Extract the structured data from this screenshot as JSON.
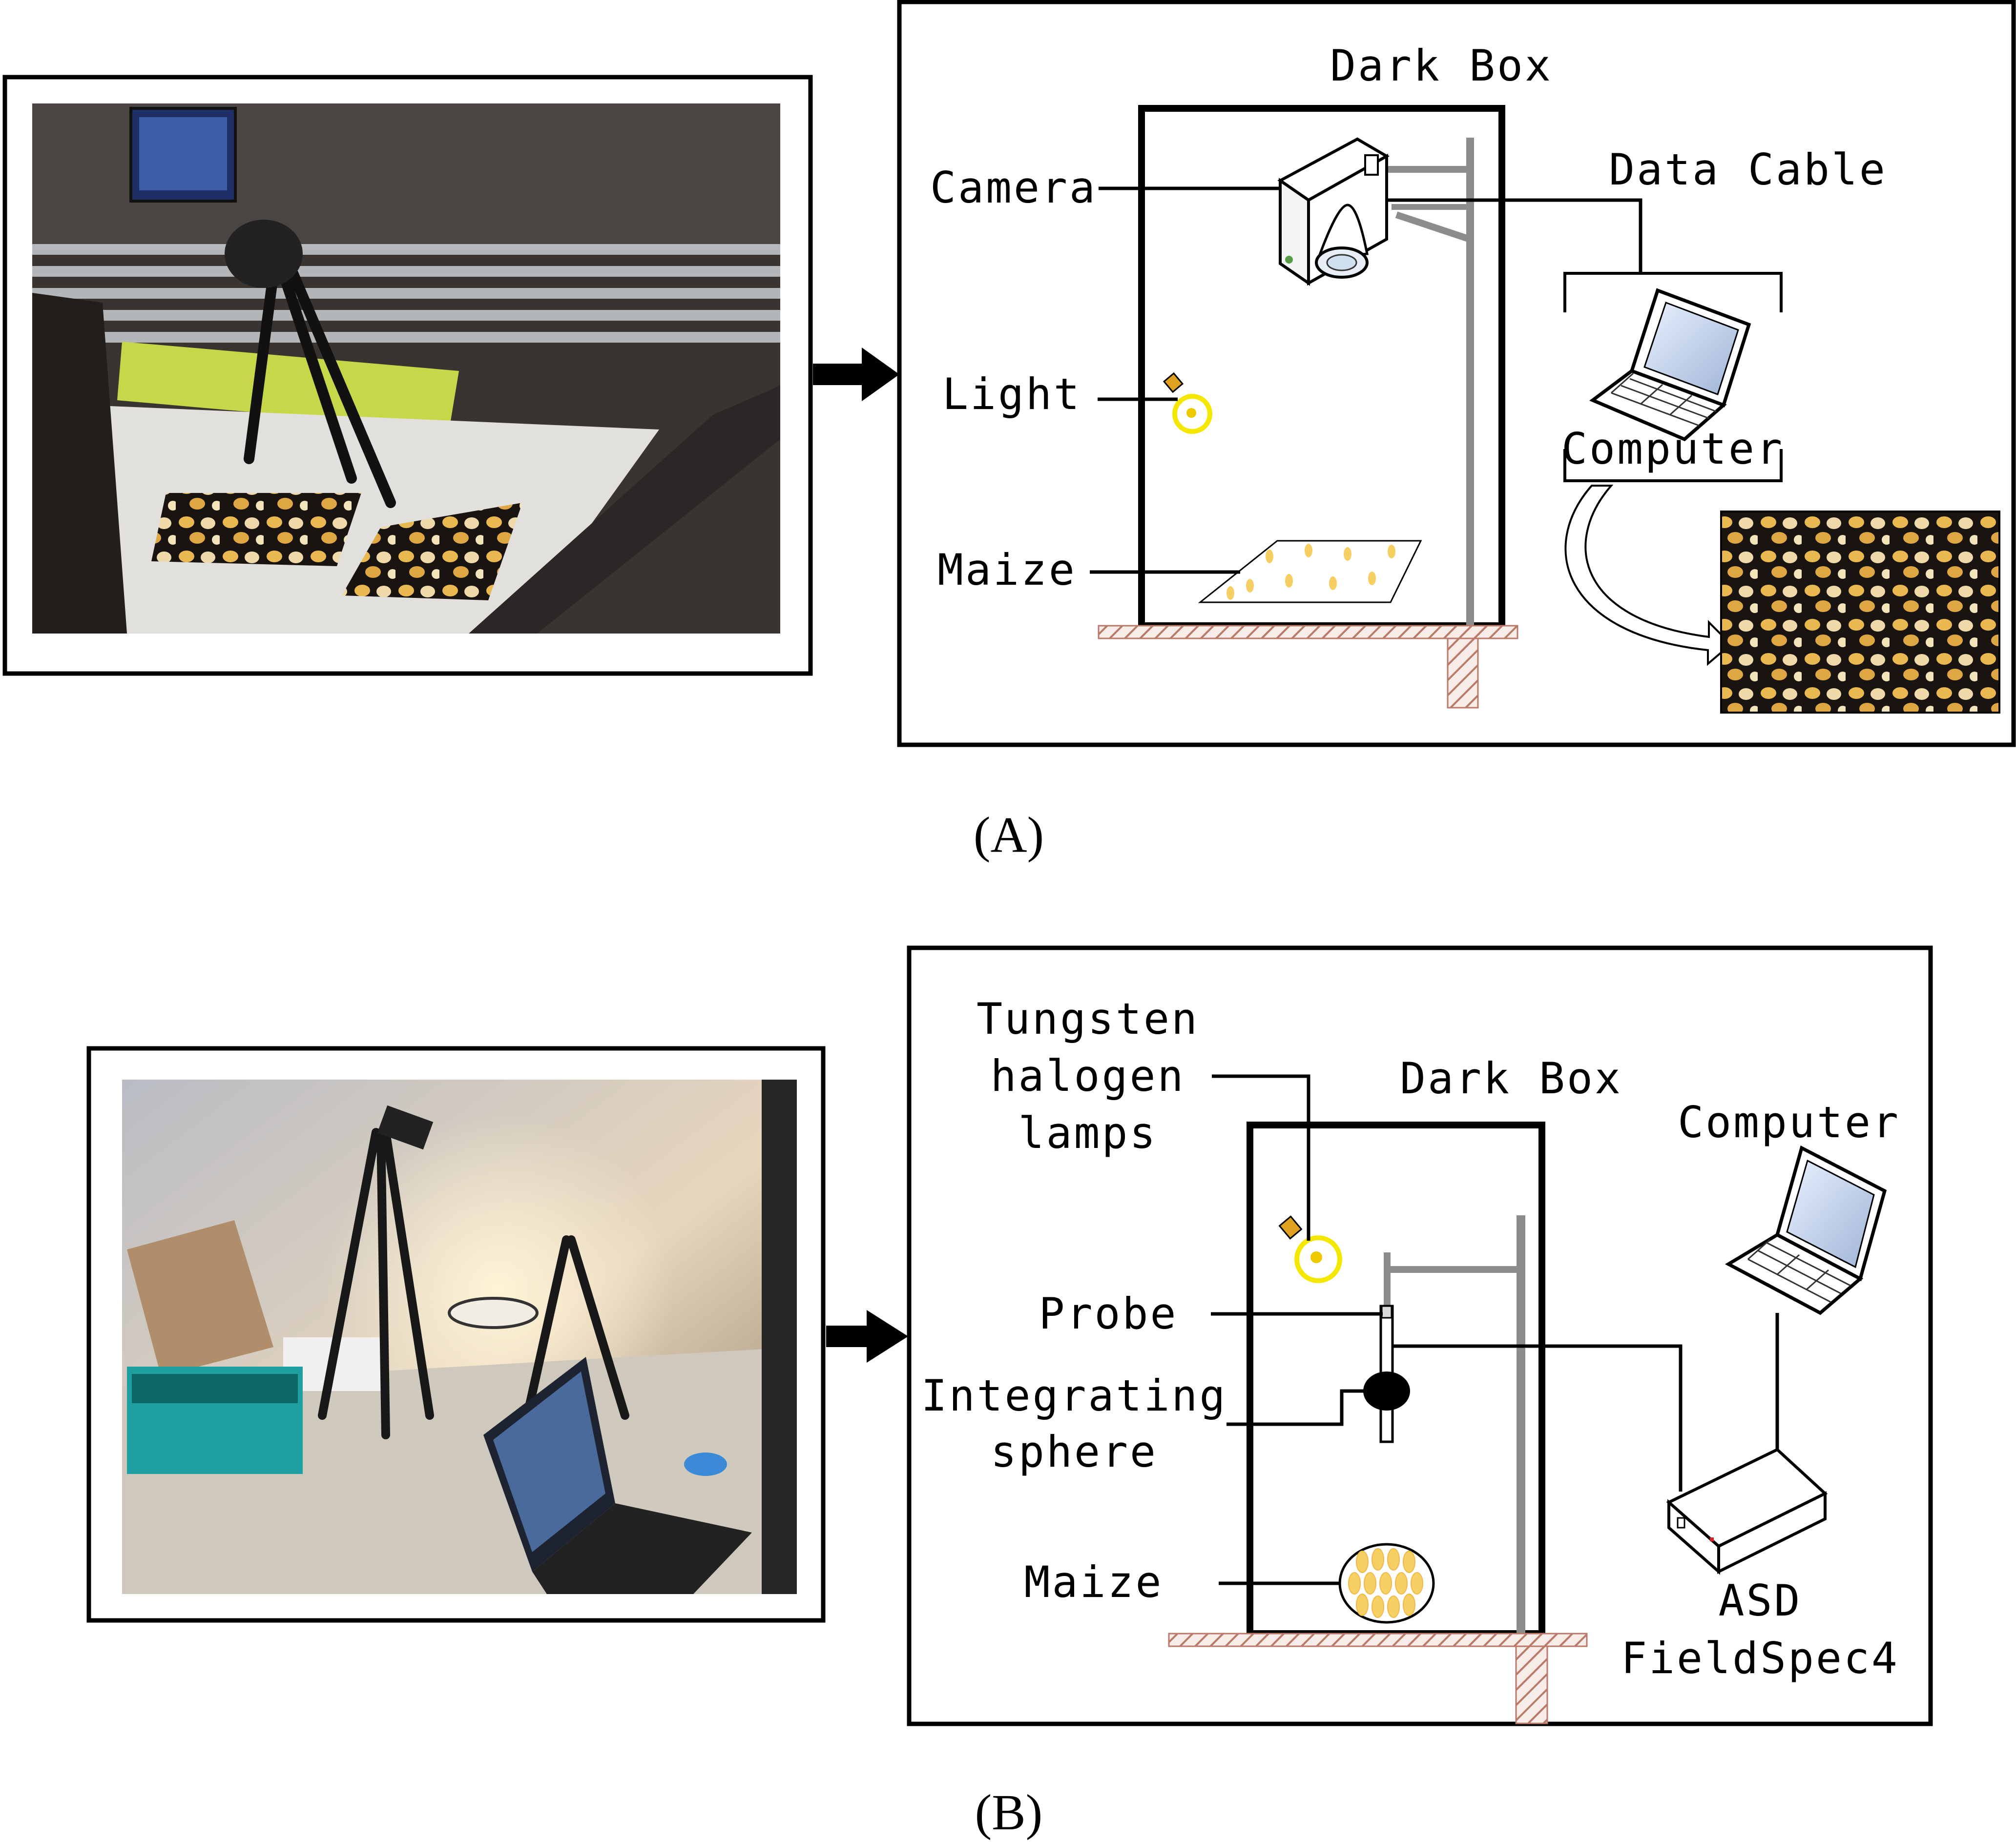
{
  "panel_a": {
    "caption": "(A)",
    "dark_box_label": "Dark Box",
    "camera_label": "Camera",
    "light_label": "Light",
    "maize_label": "Maize",
    "data_cable_label": "Data Cable",
    "computer_label": "Computer"
  },
  "panel_b": {
    "caption": "(B)",
    "dark_box_label": "Dark Box",
    "lamp_label_line1": "Tungsten",
    "lamp_label_line2": "halogen",
    "lamp_label_line3": "lamps",
    "probe_label": "Probe",
    "sphere_label_line1": "Integrating",
    "sphere_label_line2": "sphere",
    "maize_label": "Maize",
    "computer_label": "Computer",
    "spectrometer_label_line1": "ASD",
    "spectrometer_label_line2": "FieldSpec4"
  },
  "colors": {
    "stand": "#8c8c8c",
    "floor_hatch": "#b97a6a",
    "bulb_glow": "#f5e800",
    "kernel": "#f6cf63",
    "photo_dark": "#2b2623"
  }
}
